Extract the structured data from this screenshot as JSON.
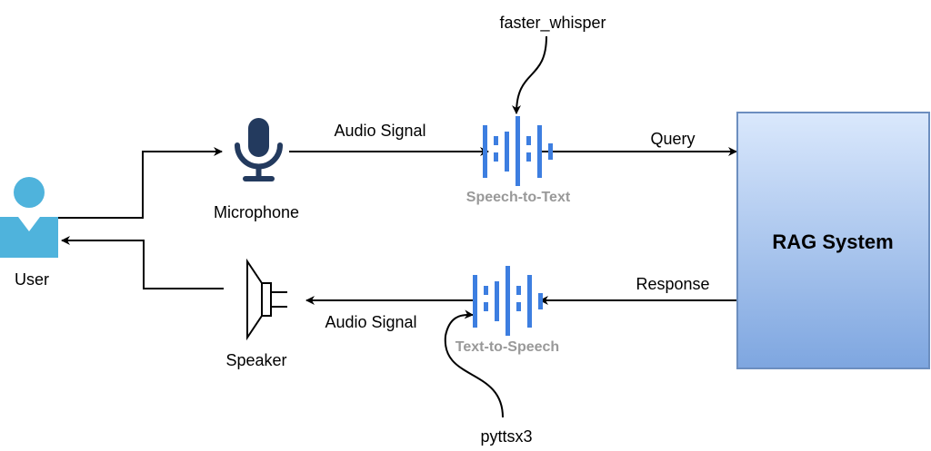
{
  "nodes": {
    "user": {
      "label": "User",
      "icon": "user-icon",
      "color": "#4fb3dc"
    },
    "microphone": {
      "label": "Microphone",
      "icon": "microphone-icon",
      "color": "#233a5e"
    },
    "speaker": {
      "label": "Speaker",
      "icon": "speaker-icon"
    },
    "speech_to_text": {
      "label": "Speech-to-Text",
      "icon": "audio-wave-icon",
      "color": "#3d7ee0"
    },
    "text_to_speech": {
      "label": "Text-to-Speech",
      "icon": "audio-wave-icon",
      "color": "#3d7ee0"
    },
    "rag_system": {
      "label": "RAG System",
      "fill_top": "#dae8fc",
      "fill_bottom": "#7ea6e0",
      "stroke": "#6c8ebf"
    }
  },
  "annotations": {
    "faster_whisper": "faster_whisper",
    "pyttsx3": "pyttsx3"
  },
  "edges": {
    "audio_signal_in": "Audio Signal",
    "query": "Query",
    "response": "Response",
    "audio_signal_out": "Audio Signal"
  }
}
